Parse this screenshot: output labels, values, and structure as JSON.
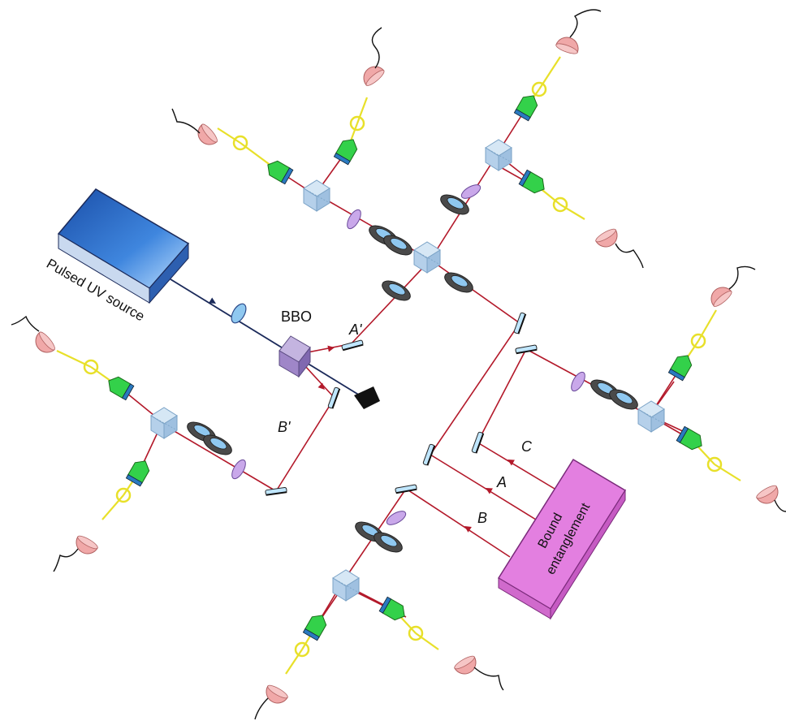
{
  "labels": {
    "source": "Pulsed UV source",
    "crystal": "BBO",
    "path_a_prime": "A'",
    "path_b_prime": "B'",
    "path_a": "A",
    "path_b": "B",
    "path_c": "C",
    "bound_line1": "Bound",
    "bound_line2": "entanglement"
  },
  "colors": {
    "beam": "#b3192a",
    "uv_beam": "#1b2a5a",
    "source_box": "#2f6ec9",
    "bound_box": "#e07be0",
    "pbs_cube": "#b8d4ea",
    "lens": "#8fc8f0",
    "waveplate": "#c9a8ea",
    "coupler": "#33d14a",
    "fiber": "#e8e02a",
    "detector": "#f0a8a8"
  }
}
